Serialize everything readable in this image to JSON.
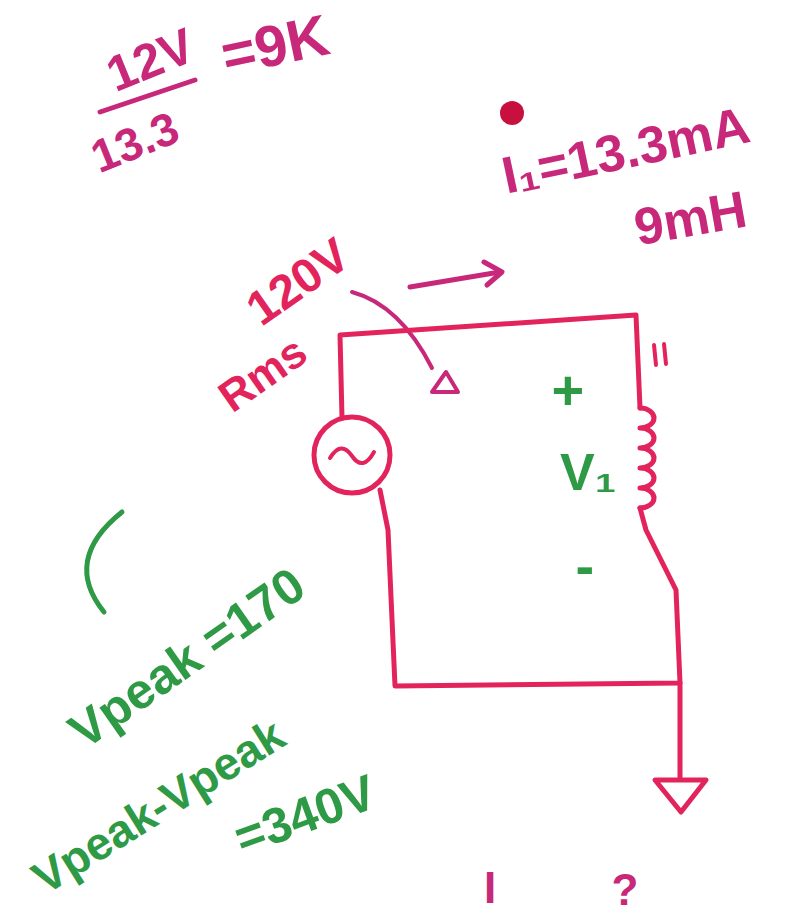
{
  "diagram": {
    "labels": [
      "12V",
      "13.3",
      "=9K",
      "I₁=13.3mA",
      "9mH",
      "120V",
      "Rms",
      "+",
      "V₁",
      "-",
      "Vpeak =170",
      "Vpeak-Vpeak",
      "=340V",
      "I",
      "?"
    ]
  }
}
